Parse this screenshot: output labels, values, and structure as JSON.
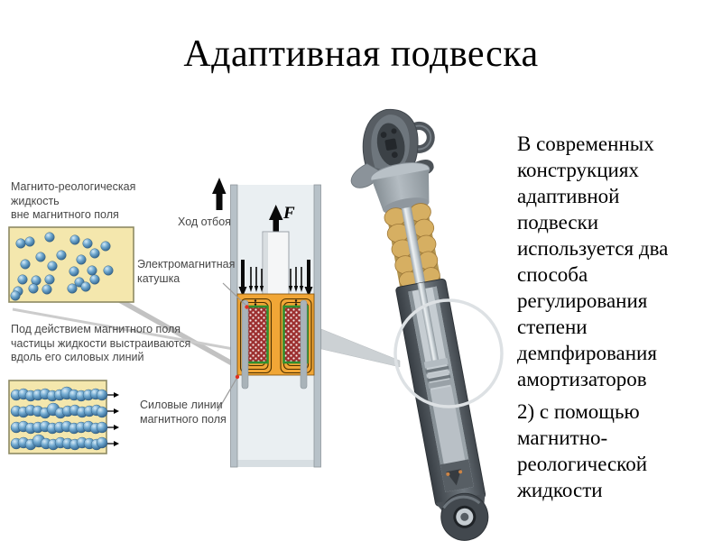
{
  "title": "Адаптивная подвеска",
  "body": {
    "paragraph1": "В современных\nконструкциях\nадаптивной\nподвески\nиспользуется два\nспособа\nрегулирования\nстепени\nдемпфирования\nамортизаторов",
    "paragraph2": "2) с помощью\nмагнитно-\nреологической\nжидкости"
  },
  "diagram": {
    "fluid_outside_label": "Магнито-реологическая жидкость\nвне магнитного поля",
    "rebound_label": "Ход отбоя",
    "coil_label": "Электромагнитная\nкатушка",
    "fluid_aligned_label": "Под действием магнитного поля\nчастицы жидкости выстраиваются\nвдоль его силовых линий",
    "field_lines_label": "Силовые линии\nмагнитного поля",
    "force_label": "F"
  },
  "colors": {
    "fluid_box_fill": "#f4e7ad",
    "fluid_box_border": "#8e8a63",
    "particle_blue": "#39688f",
    "piston_orange": "#f1a636",
    "coil_red": "#9c2f2f",
    "coil_green": "#2f8f2f",
    "cylinder_wall": "#b7c1c8",
    "label_gray": "#474747",
    "marker_red": "#e03020"
  }
}
